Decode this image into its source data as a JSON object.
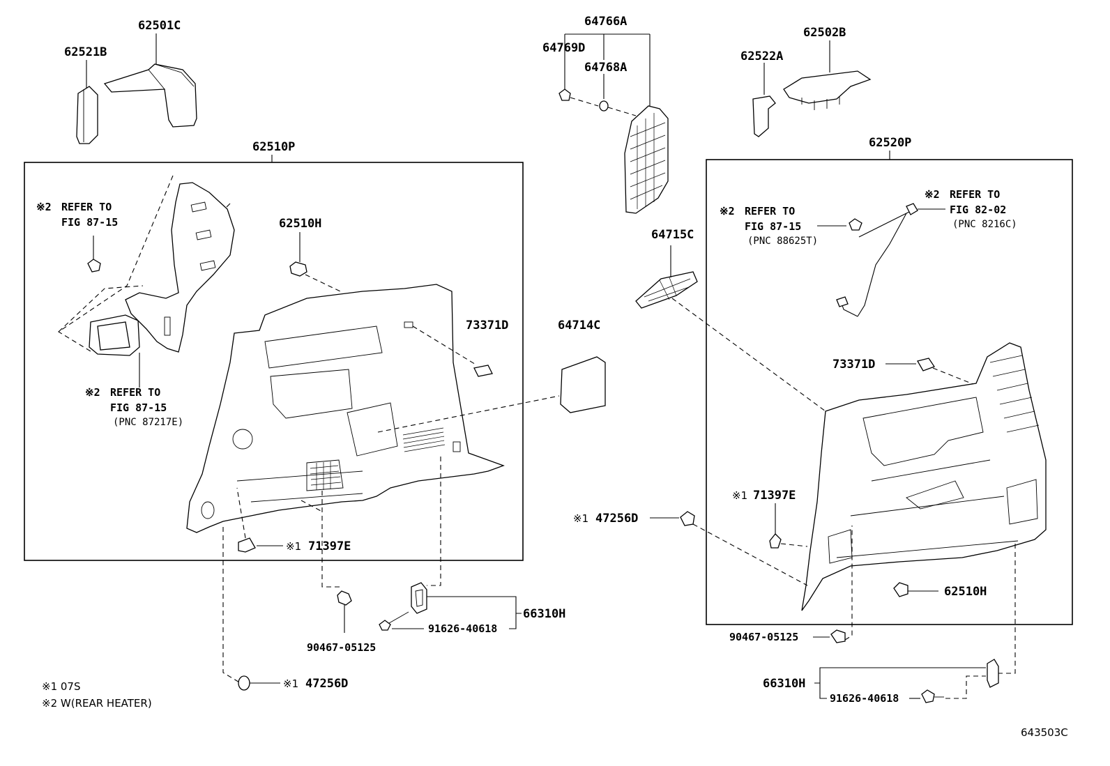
{
  "labels": {
    "p62501C": "62501C",
    "p62521B": "62521B",
    "p62510P": "62510P",
    "p62510H_left": "62510H",
    "p73371D_left": "73371D",
    "p64714C": "64714C",
    "p71397E_left": "71397E",
    "p66310H_left": "66310H",
    "p91626_left": "91626-40618",
    "p90467_left": "90467-05125",
    "p47256D_left": "47256D",
    "p64766A": "64766A",
    "p64769D": "64769D",
    "p64768A": "64768A",
    "p64715C": "64715C",
    "p62522A": "62522A",
    "p62502B": "62502B",
    "p62520P": "62520P",
    "p73371D_right": "73371D",
    "p71397E_right": "71397E",
    "p47256D_right": "47256D",
    "p62510H_right": "62510H",
    "p90467_right": "90467-05125",
    "p66310H_right": "66310H",
    "p91626_right": "91626-40618"
  },
  "refs": {
    "left_top": {
      "mark": "※2",
      "line1": "REFER TO",
      "line2": "FIG 87-15"
    },
    "left_bottom": {
      "mark": "※2",
      "line1": "REFER TO",
      "line2": "FIG 87-15",
      "pnc": "(PNC 87217E)"
    },
    "right_a": {
      "mark": "※2",
      "line1": "REFER TO",
      "line2": "FIG 87-15",
      "pnc": "(PNC 88625T)"
    },
    "right_b": {
      "mark": "※2",
      "line1": "REFER TO",
      "line2": "FIG 82-02",
      "pnc": "(PNC 8216C)"
    }
  },
  "marks": {
    "m71397E_left": "※1",
    "m47256D_left": "※1",
    "m71397E_right": "※1",
    "m47256D_right": "※1"
  },
  "notes": {
    "note1": "※1 07S",
    "note2": "※2 W(REAR HEATER)"
  },
  "drawing_code": "643503C"
}
